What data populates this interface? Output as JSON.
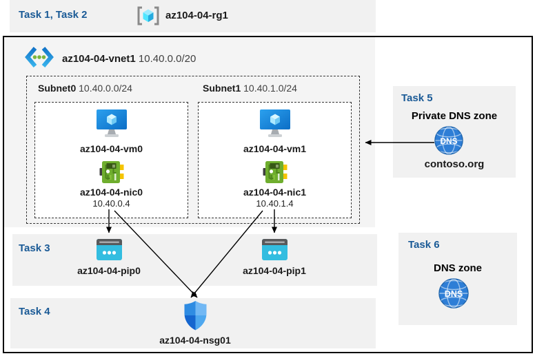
{
  "header": {
    "tasks_label": "Task 1, Task 2",
    "resource_group": "az104-04-rg1"
  },
  "vnet": {
    "name": "az104-04-vnet1",
    "cidr": "10.40.0.0/20"
  },
  "subnets": [
    {
      "name": "Subnet0",
      "cidr": "10.40.0.0/24",
      "vm_name": "az104-04-vm0",
      "nic_name": "az104-04-nic0",
      "nic_ip": "10.40.0.4"
    },
    {
      "name": "Subnet1",
      "cidr": "10.40.1.0/24",
      "vm_name": "az104-04-vm1",
      "nic_name": "az104-04-nic1",
      "nic_ip": "10.40.1.4"
    }
  ],
  "task3": {
    "label": "Task 3",
    "pip0": "az104-04-pip0",
    "pip1": "az104-04-pip1"
  },
  "task4": {
    "label": "Task 4",
    "nsg": "az104-04-nsg01"
  },
  "task5": {
    "label": "Task 5",
    "title": "Private DNS zone",
    "zone": "contoso.org",
    "dns_icon_text": "DNS"
  },
  "task6": {
    "label": "Task 6",
    "title": "DNS zone",
    "dns_icon_text": "DNS"
  },
  "colors": {
    "task_label_blue": "#1A5A96",
    "band_gray": "#F1F1F1",
    "vnet_gray": "#F4F4F4",
    "dns_blue": "#2E7ED6",
    "nic_green": "#6FAE2E",
    "pip_cyan": "#33BDE0",
    "arrow_black": "#000000"
  }
}
